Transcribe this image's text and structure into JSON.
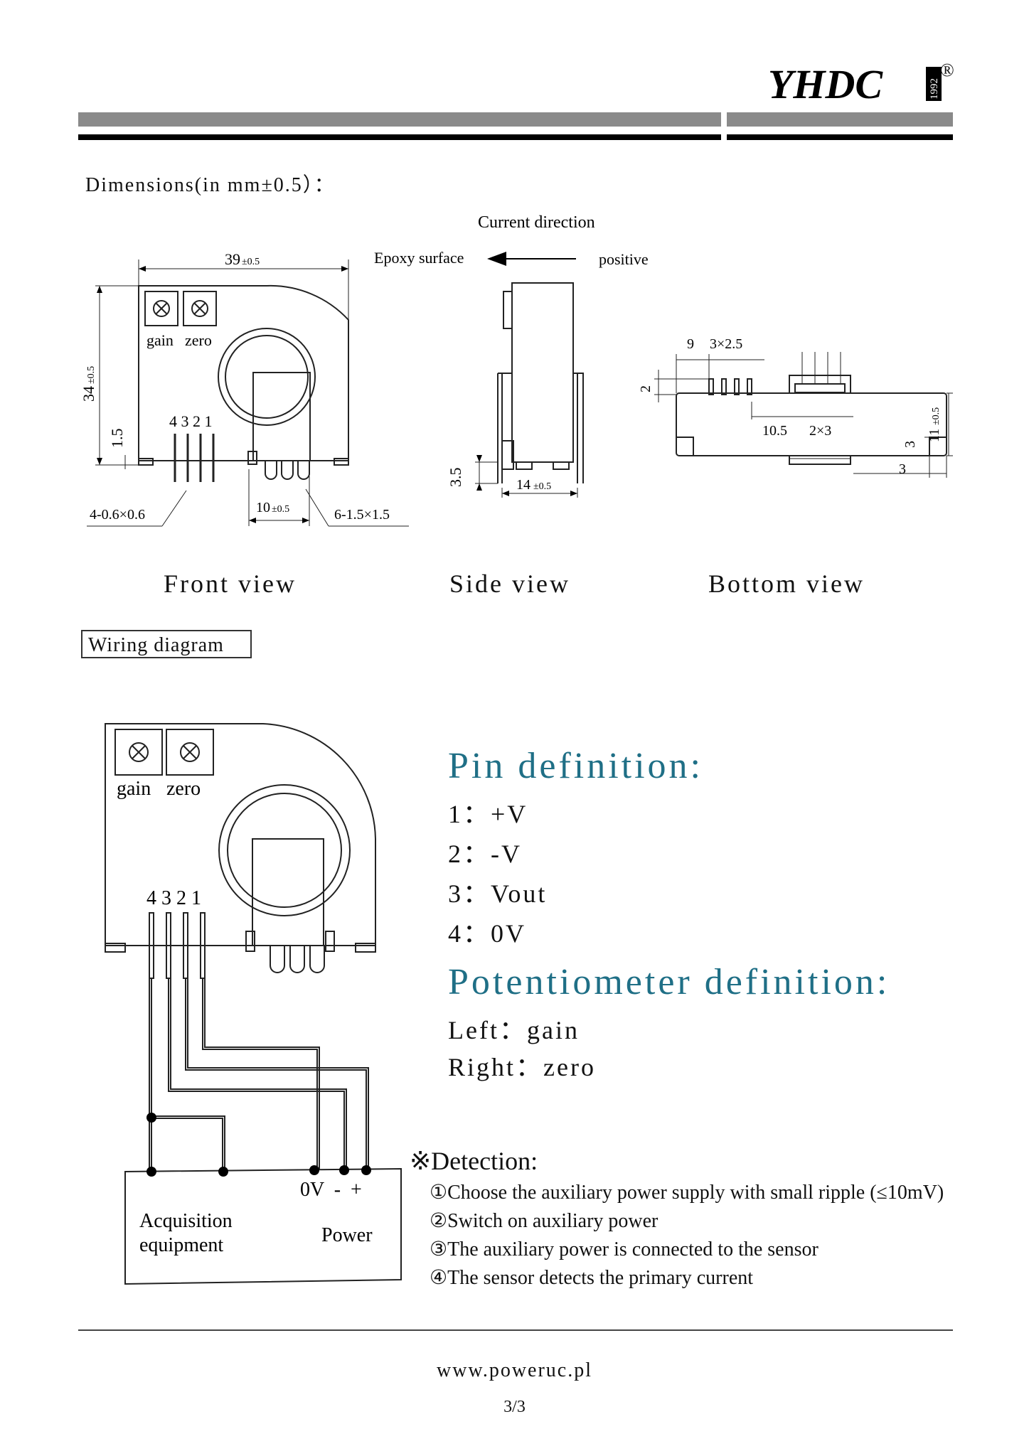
{
  "header": {
    "logo_text": "YHDC",
    "logo_year": "1992",
    "registered_mark": "®"
  },
  "dimensions": {
    "title": "Dimensions(in mm±0.5）："
  },
  "front_view": {
    "label": "Front view",
    "width_dim": "39",
    "width_tol": "±0.5",
    "height_dim": "34",
    "height_tol": "±0.5",
    "pin_offset": "1.5",
    "pin_numbers": "4 3 2 1",
    "gain_label": "gain",
    "zero_label": "zero",
    "pin_spec": "4-0.6×0.6",
    "slot_dim": "10",
    "slot_tol": "±0.5",
    "slot_spec": "6-1.5×1.5"
  },
  "side_view": {
    "label": "Side view",
    "current_direction": "Current direction",
    "epoxy_surface": "Epoxy surface",
    "positive": "positive",
    "pin_len": "3.5",
    "depth_dim": "14",
    "depth_tol": "±0.5"
  },
  "bottom_view": {
    "label": "Bottom view",
    "dim_9": "9",
    "dim_pitch": "3×2.5",
    "dim_2": "2",
    "dim_105": "10.5",
    "dim_2x3": "2×3",
    "dim_3a": "3",
    "dim_3b": "3",
    "dim_11": "11",
    "dim_11_tol": "±0.5"
  },
  "wiring": {
    "title": "Wiring diagram",
    "gain_label": "gain",
    "zero_label": "zero",
    "pin_numbers": "4 3 2 1",
    "terminal_labels": "0V  -  +",
    "acquisition_line1": "Acquisition",
    "acquisition_line2": "equipment",
    "power": "Power"
  },
  "pin_definition": {
    "title": "Pin definition:",
    "lines": [
      "1：+V",
      "2：-V",
      "3：Vout",
      "4：0V"
    ]
  },
  "potentiometer": {
    "title": "Potentiometer definition:",
    "lines": [
      "Left：gain",
      "Right：zero"
    ]
  },
  "detection": {
    "title": "※Detection:",
    "lines": [
      "①Choose the auxiliary power supply with small ripple (≤10mV)",
      "②Switch on auxiliary power",
      "③The auxiliary power is connected to the sensor",
      "④The sensor detects the primary current"
    ]
  },
  "footer": {
    "url": "www.poweruc.pl",
    "page": "3/3"
  }
}
